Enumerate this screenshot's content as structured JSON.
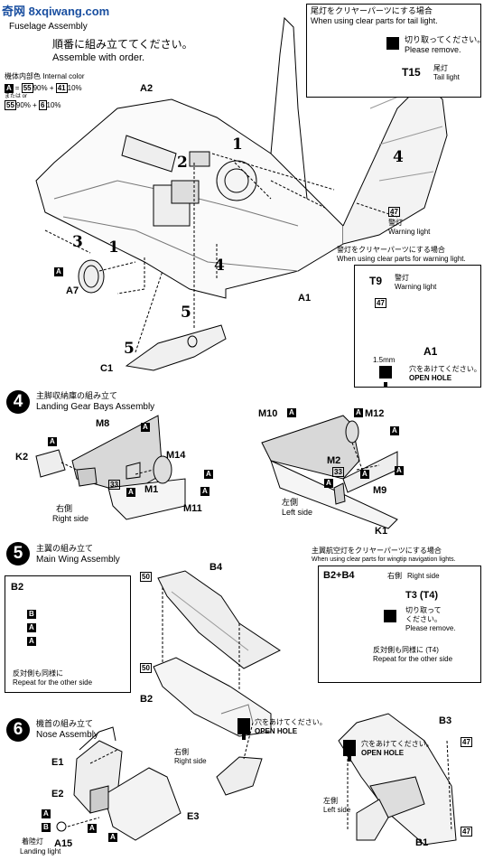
{
  "watermark": "奇网 8xqiwang.com",
  "s3": {
    "title_en": "Fuselage Assembly",
    "order_jp": "順番に組み立ててください。",
    "order_en": "Assemble with order.",
    "color_title_jp": "機体内部色",
    "color_title_en": "Internal color",
    "mix1": [
      "A",
      "=",
      "55",
      "90% + ",
      "41",
      "10%"
    ],
    "mix_or": "または or",
    "mix2": [
      "55",
      "90% + ",
      "6",
      "10%"
    ]
  },
  "parts_fuselage": [
    "A2",
    "A7",
    "C1",
    "A1"
  ],
  "step_numbers": [
    "1",
    "2",
    "1",
    "3",
    "4",
    "4",
    "5",
    "5"
  ],
  "tail_box": {
    "title": "尾灯をクリヤーパーツにする場合",
    "title_en": "When using clear parts for tail light.",
    "cut_jp": "切り取ってください。",
    "cut_en": "Please remove.",
    "part": "T15",
    "part_jp": "尾灯",
    "part_en": "Tail light"
  },
  "warn_label": {
    "num": "47",
    "jp": "警灯",
    "en": "Warning light"
  },
  "warn_box": {
    "title": "警灯をクリヤーパーツにする場合",
    "title_en": "When using clear parts for warning light.",
    "part": "T9",
    "part_jp": "警灯",
    "part_en": "Warning light",
    "num": "47",
    "part2": "A1",
    "dim": "1.5mm",
    "hole_jp": "穴をあけてください。",
    "hole_en": "OPEN HOLE"
  },
  "s4": {
    "num": "4",
    "title_jp": "主脚収納庫の組み立て",
    "title_en": "Landing Gear Bays Assembly",
    "right_jp": "右側",
    "right_en": "Right side",
    "left_jp": "左側",
    "left_en": "Left side",
    "num_33": "33"
  },
  "parts_gear": [
    "K2",
    "M8",
    "M14",
    "M1",
    "M11",
    "M10",
    "M12",
    "M2",
    "M9",
    "K1"
  ],
  "s5": {
    "num": "5",
    "title_jp": "主翼の組み立て",
    "title_en": "Main Wing Assembly",
    "inset_part": "B2",
    "other_jp": "反対側も同様に",
    "other_en": "Repeat for the other side",
    "part_b4": "B4",
    "part_b2": "B2",
    "num_50": "50",
    "hole_jp": "穴をあけてください。",
    "hole_en": "OPEN HOLE",
    "right_jp": "右側",
    "right_en": "Right side"
  },
  "nav_box": {
    "title": "主翼航空灯をクリヤーパーツにする場合",
    "title_en": "When using clear parts for wingtip navigation lights.",
    "parts": "B2+B4",
    "right_jp": "右側",
    "right_en": "Right side",
    "part": "T3 (T4)",
    "cut_jp": "切り取って",
    "cut_jp2": "ください。",
    "cut_en": "Please remove.",
    "other_jp": "反対側も同様に (T4)",
    "other_en": "Repeat for the other side"
  },
  "s6": {
    "num": "6",
    "title_jp": "機首の組み立て",
    "title_en": "Nose Assembly",
    "parts": [
      "E1",
      "E2",
      "E3",
      "A15"
    ],
    "landing_jp": "着陸灯",
    "landing_en": "Landing light"
  },
  "left_wing": {
    "part_b3": "B3",
    "part_b1": "B1",
    "num_47": "47",
    "hole_jp": "穴をあけてください。",
    "hole_en": "OPEN HOLE",
    "left_jp": "左側",
    "left_en": "Left side"
  }
}
